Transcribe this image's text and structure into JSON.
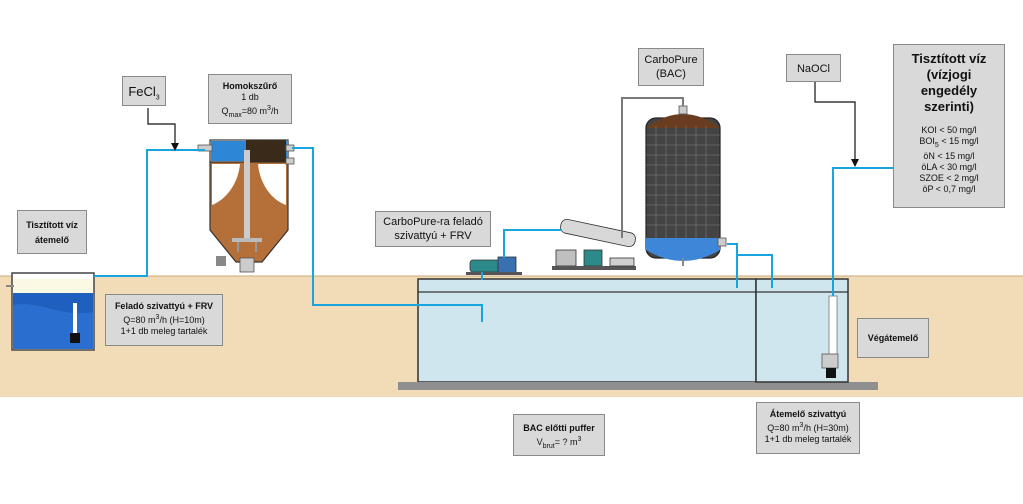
{
  "labels": {
    "fecl3": {
      "base": "FeCl",
      "sub": "3"
    },
    "homokszuro": {
      "title": "Homokszűrő",
      "line1": "1 db",
      "q_prefix": "Q",
      "q_sub": "max",
      "q_mid": "=80 m",
      "q_sup": "3",
      "q_suffix": "/h"
    },
    "tisztitott_atemelo": {
      "line1": "Tisztított víz",
      "line2": "átemelő"
    },
    "felado": {
      "title": "Feladó szivattyú  + FRV",
      "q_pre": "Q=80 m",
      "q_sup": "3",
      "q_post": "/h (H=10m)",
      "line3": "1+1 db meleg tartalék"
    },
    "carbopure_felado": {
      "line1": "CarboPure-ra feladó",
      "line2": "szivattyú  + FRV"
    },
    "carbopure_bac": {
      "line1": "CarboPure",
      "line2": "(BAC)"
    },
    "naocl": "NaOCl",
    "tisztitott_viz": {
      "title1": "Tisztított víz",
      "title2": "(vízjogi",
      "title3": "engedély",
      "title4": "szerinti)",
      "koi": "KOI < 50 mg/l",
      "boi_base": "BOI",
      "boi_sub": "5",
      "boi_rest": " < 15 mg/l",
      "on": "öN < 15 mg/l",
      "ola": "öLA < 30 mg/l",
      "szoe": "SZOE < 2 mg/l",
      "op": "öP < 0,7 mg/l"
    },
    "vegatemelo": "Végátemelő",
    "bac_puffer": {
      "title": "BAC előtti puffer",
      "v_base": "V",
      "v_sub": "brut",
      "v_mid": "= ? m",
      "v_sup": "3"
    },
    "atemelo_szivattyu": {
      "title": "Átemelő szivattyú",
      "q_pre": "Q=80 m",
      "q_sup": "3",
      "q_post": "/h (H=30m)",
      "line3": "1+1 db meleg tartalék"
    }
  },
  "colors": {
    "ground": "#f2dcb8",
    "soil": "#b5703a",
    "water": "#1f5fbd",
    "tank_water": "#cfe6ef",
    "pipe": "#18a4dc",
    "label_bg": "#d9d9d9",
    "dark_tank": "#333333"
  }
}
